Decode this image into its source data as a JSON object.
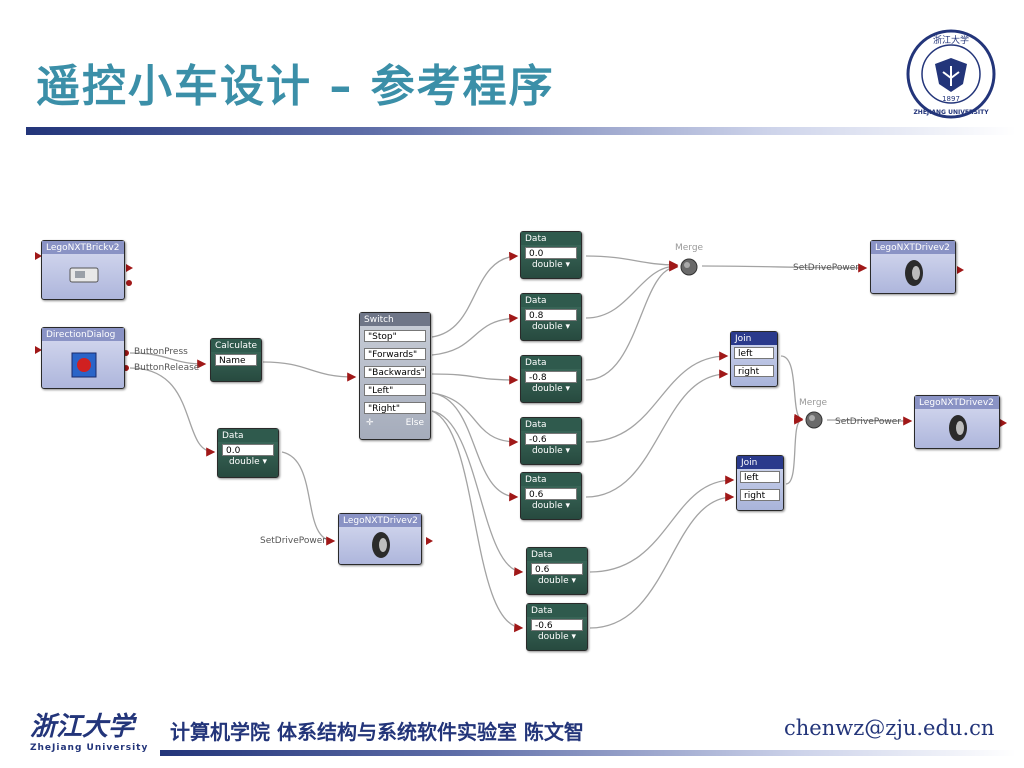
{
  "header": {
    "title": "遥控小车设计  –  参考程序",
    "seal_text_top": "浙江大学",
    "seal_year": "1897",
    "seal_text_bottom": "ZHEJIANG UNIVERSITY"
  },
  "diagram": {
    "nodes": {
      "lego_brick": {
        "title": "LegoNXTBrickv2"
      },
      "direction_dialog": {
        "title": "DirectionDialog"
      },
      "calculate": {
        "title": "Calculate",
        "field": "Name"
      },
      "data_init": {
        "title": "Data",
        "value": "0.0",
        "type": "double"
      },
      "drive_init": {
        "title": "LegoNXTDrivev2"
      },
      "switch": {
        "title": "Switch",
        "cases": [
          "\"Stop\"",
          "\"Forwards\"",
          "\"Backwards\"",
          "\"Left\"",
          "\"Right\""
        ],
        "else_label": "Else"
      },
      "data1": {
        "title": "Data",
        "value": "0.0",
        "type": "double"
      },
      "data2": {
        "title": "Data",
        "value": "0.8",
        "type": "double"
      },
      "data3": {
        "title": "Data",
        "value": "-0.8",
        "type": "double"
      },
      "data4": {
        "title": "Data",
        "value": "-0.6",
        "type": "double"
      },
      "data5": {
        "title": "Data",
        "value": "0.6",
        "type": "double"
      },
      "data6": {
        "title": "Data",
        "value": "0.6",
        "type": "double"
      },
      "data7": {
        "title": "Data",
        "value": "-0.6",
        "type": "double"
      },
      "join1": {
        "title": "Join",
        "left": "left",
        "right": "right"
      },
      "join2": {
        "title": "Join",
        "left": "left",
        "right": "right"
      },
      "merge1": {
        "title": "Merge"
      },
      "merge2": {
        "title": "Merge"
      },
      "drive1": {
        "title": "LegoNXTDrivev2"
      },
      "drive2": {
        "title": "LegoNXTDrivev2"
      }
    },
    "labels": {
      "button_press": "ButtonPress",
      "button_release": "ButtonRelease",
      "set_drive_power_a": "SetDrivePower",
      "set_drive_power_b": "SetDrivePower",
      "set_drive_power_c": "SetDrivePower"
    }
  },
  "footer": {
    "logo_cn": "浙江大学",
    "logo_en": "ZheJiang University",
    "text": "计算机学院 体系结构与系统软件实验室 陈文智",
    "email": "chenwz@zju.edu.cn"
  },
  "colors": {
    "title": "#3b8fa8",
    "accent_navy": "#23357a",
    "data_block": "#2f5a4d",
    "join_block": "#2a3a8c",
    "wire": "#9a9a9a",
    "arrow": "#a01818"
  }
}
